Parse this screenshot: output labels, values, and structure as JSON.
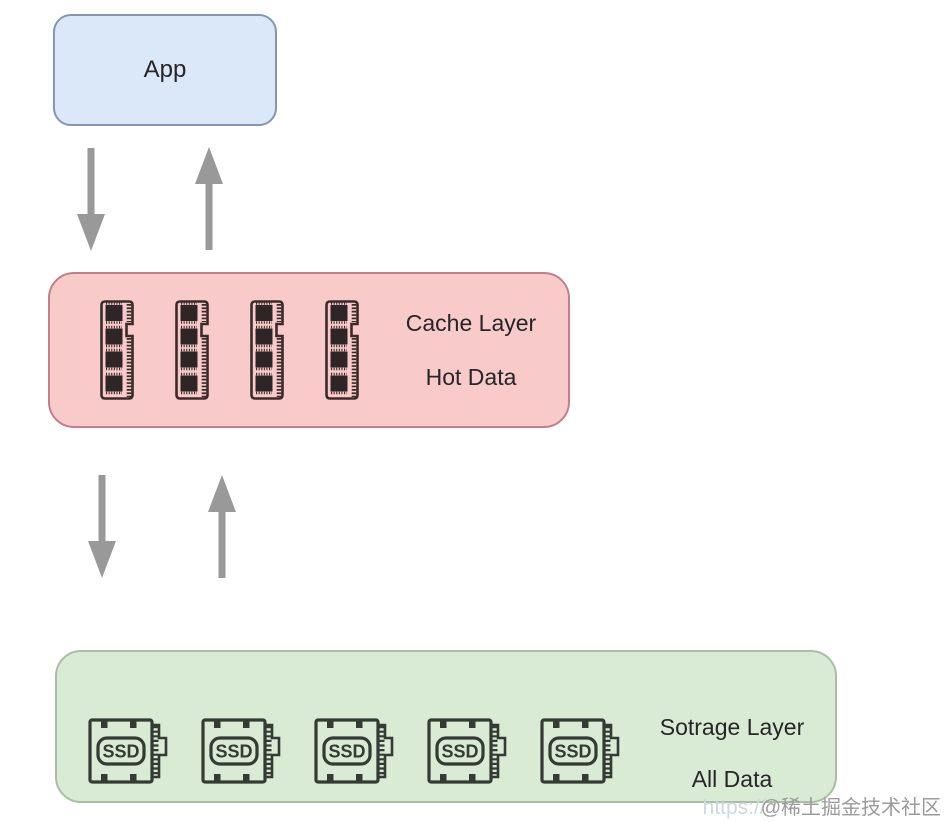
{
  "diagram": {
    "app": {
      "label": "App"
    },
    "cache": {
      "title": "Cache Layer",
      "subtitle": "Hot Data",
      "ram_icon_count": 4
    },
    "storage": {
      "title": "Sotrage Layer",
      "subtitle": "All Data",
      "ssd_icon_count": 5,
      "ssd_label": "SSD"
    }
  },
  "colors": {
    "app_fill": "#dbe8fa",
    "app_border": "#8595b5",
    "cache_fill": "#f8caca",
    "cache_border": "#c07f8b",
    "storage_fill": "#d9ebd4",
    "storage_border": "#a9bfa4",
    "arrow": "#999999",
    "text": "#262626",
    "ram_ink": "#3a2a2a",
    "chip_fill": "#2e2626",
    "ssd_ink": "#333b33",
    "watermark_url": "#ccd9de",
    "watermark_handle": "#9b9b9b"
  },
  "watermark": {
    "url_fragment": "https://",
    "handle": "@稀土掘金技术社区"
  }
}
